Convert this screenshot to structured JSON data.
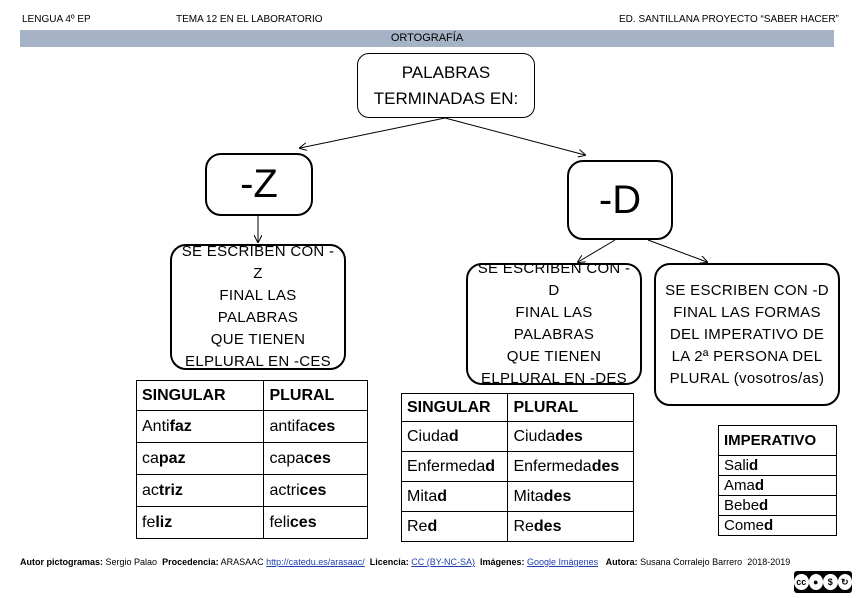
{
  "header": {
    "subject": "LENGUA 4º EP",
    "topic": "TEMA 12 EN EL LABORATORIO",
    "publisher": "ED. SANTILLANA   PROYECTO “SABER HACER”",
    "section": "ORTOGRAFÍA"
  },
  "root": {
    "text": "PALABRAS\nTERMINADAS EN:"
  },
  "branch_z": {
    "label": "-Z",
    "note": "SE ESCRIBEN CON -Z\nFINAL LAS PALABRAS\nQUE TIENEN\nELPLURAL EN -CES",
    "table": {
      "headers": [
        "SINGULAR",
        "PLURAL"
      ],
      "rows": [
        [
          {
            "pre": "Anti",
            "bold": "faz",
            "post": ""
          },
          {
            "pre": "antifa",
            "bold": "ces",
            "post": ""
          }
        ],
        [
          {
            "pre": "ca",
            "bold": "paz",
            "post": ""
          },
          {
            "pre": "capa",
            "bold": "ces",
            "post": ""
          }
        ],
        [
          {
            "pre": "ac",
            "bold": "triz",
            "post": ""
          },
          {
            "pre": "actri",
            "bold": "ces",
            "post": ""
          }
        ],
        [
          {
            "pre": "fe",
            "bold": "liz",
            "post": ""
          },
          {
            "pre": "feli",
            "bold": "ces",
            "post": ""
          }
        ]
      ]
    }
  },
  "branch_d": {
    "label": "-D",
    "note_plural": "SE ESCRIBEN CON -D\nFINAL LAS PALABRAS\nQUE TIENEN\nELPLURAL EN -DES",
    "note_imperative": "SE ESCRIBEN CON -D\nFINAL LAS FORMAS\nDEL IMPERATIVO DE\nLA 2ª PERSONA DEL\nPLURAL (vosotros/as)",
    "table": {
      "headers": [
        "SINGULAR",
        "PLURAL"
      ],
      "rows": [
        [
          {
            "pre": "Ciuda",
            "bold": "d",
            "post": ""
          },
          {
            "pre": "Ciuda",
            "bold": "des",
            "post": ""
          }
        ],
        [
          {
            "pre": "Enfermeda",
            "bold": "d",
            "post": ""
          },
          {
            "pre": "Enfermeda",
            "bold": "des",
            "post": ""
          }
        ],
        [
          {
            "pre": "Mita",
            "bold": "d",
            "post": ""
          },
          {
            "pre": "Mita",
            "bold": "des",
            "post": ""
          }
        ],
        [
          {
            "pre": "Re",
            "bold": "d",
            "post": ""
          },
          {
            "pre": "Re",
            "bold": "des",
            "post": ""
          }
        ]
      ]
    },
    "imperative_table": {
      "header": "IMPERATIVO",
      "rows": [
        {
          "pre": "Sali",
          "bold": "d"
        },
        {
          "pre": "Ama",
          "bold": "d"
        },
        {
          "pre": "Bebe",
          "bold": "d"
        },
        {
          "pre": "Come",
          "bold": "d"
        }
      ]
    }
  },
  "footer": {
    "author_label": "Autor pictogramas:",
    "author": "Sergio Palao",
    "source_label": "Procedencia:",
    "source": "ARASAAC",
    "source_link": "http://catedu.es/arasaac/",
    "license_label": "Licencia:",
    "license": "CC (BY-NC-SA)",
    "images_label": "Imágenes:",
    "images": "Google Imágenes",
    "author2_label": "Autora:",
    "author2": "Susana Corralejo Barrero",
    "years": "2018-2019"
  },
  "badge": {
    "text": "cc",
    "icon": "creative-commons-icon"
  }
}
